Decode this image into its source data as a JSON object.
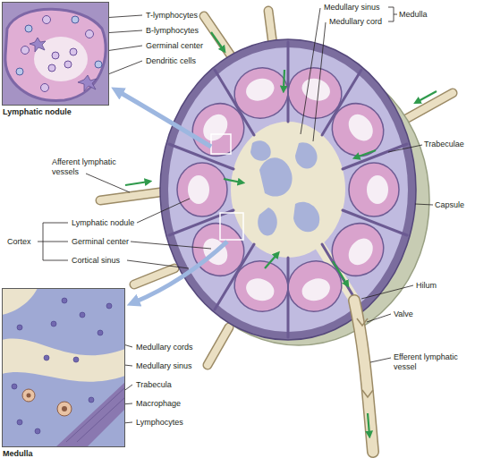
{
  "diagram": {
    "nodes": [
      {
        "text": [
          "Lymphatic nodule"
        ]
      },
      {
        "text": [
          "Medulla"
        ]
      }
    ],
    "labels": [
      "T-lymphocytes",
      "B-lymphocytes",
      "Germinal center",
      "Dendritic cells",
      "Medullary sinus",
      "Medullary cord",
      "Medulla",
      "Trabeculae",
      "Afferent lymphatic vessels",
      "Capsule",
      "Lymphatic nodule",
      "Germinal center",
      "Cortex",
      "Cortical sinus",
      "Hilum",
      "Valve",
      "Efferent lymphatic vessel",
      "Medullary cords",
      "Medullary sinus",
      "Trabecula",
      "Macrophage",
      "Lymphocytes"
    ]
  }
}
